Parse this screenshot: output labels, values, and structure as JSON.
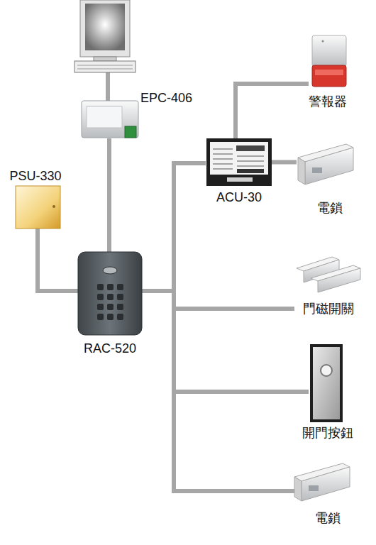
{
  "diagram": {
    "nodes": [
      {
        "text": [
          "EPC-406"
        ]
      },
      {
        "text": [
          "警報器"
        ]
      },
      {
        "text": [
          "PSU-330"
        ]
      },
      {
        "text": [
          "ACU-30"
        ]
      },
      {
        "text": [
          "電鎖"
        ]
      },
      {
        "text": [
          "RAC-520"
        ]
      },
      {
        "text": [
          "門磁開關"
        ]
      },
      {
        "text": [
          "開門按鈕"
        ]
      },
      {
        "text": [
          "電鎖"
        ]
      }
    ],
    "edges": [
      {
        "from": 0,
        "to": 5,
        "arrow": "none"
      },
      {
        "from": 2,
        "to": 5,
        "arrow": "none"
      },
      {
        "from": 5,
        "to": 3,
        "arrow": "none"
      },
      {
        "from": 3,
        "to": 1,
        "arrow": "none"
      },
      {
        "from": 3,
        "to": 4,
        "arrow": "none"
      },
      {
        "from": 5,
        "to": 6,
        "arrow": "none"
      },
      {
        "from": 5,
        "to": 7,
        "arrow": "none"
      },
      {
        "from": 5,
        "to": 8,
        "arrow": "none"
      }
    ]
  }
}
